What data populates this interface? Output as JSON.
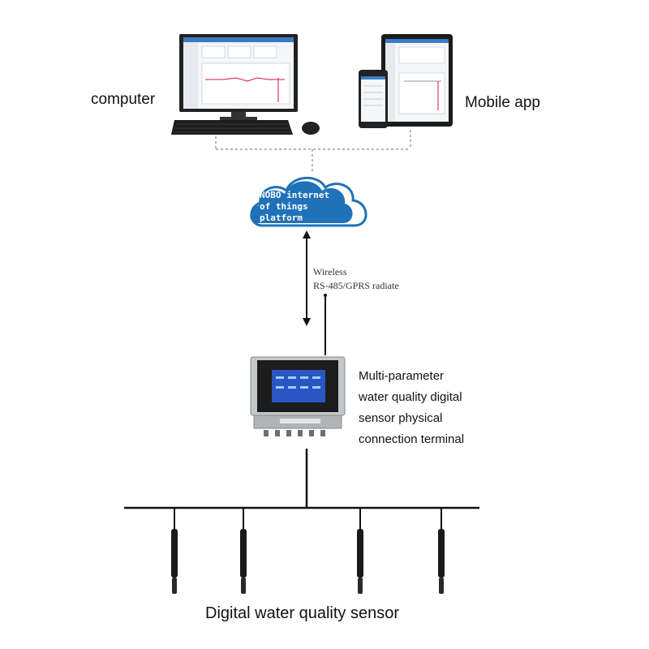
{
  "devices": {
    "computer_label": "computer",
    "mobile_label": "Mobile app"
  },
  "cloud": {
    "line1": "NOBO internet",
    "line2": "of things",
    "line3": "platform"
  },
  "link": {
    "line1": "Wireless",
    "line2": "RS-485/GPRS radiate"
  },
  "terminal": {
    "line1": "Multi-parameter",
    "line2": "water quality digital",
    "line3": "sensor physical",
    "line4": "connection terminal"
  },
  "sensors": {
    "caption": "Digital water quality sensor",
    "count": 4
  },
  "colors": {
    "cloud_blue": "#1f72b8",
    "screen_blue": "#2a55c4",
    "device_gray": "#bfc3c6",
    "line": "#111111"
  }
}
